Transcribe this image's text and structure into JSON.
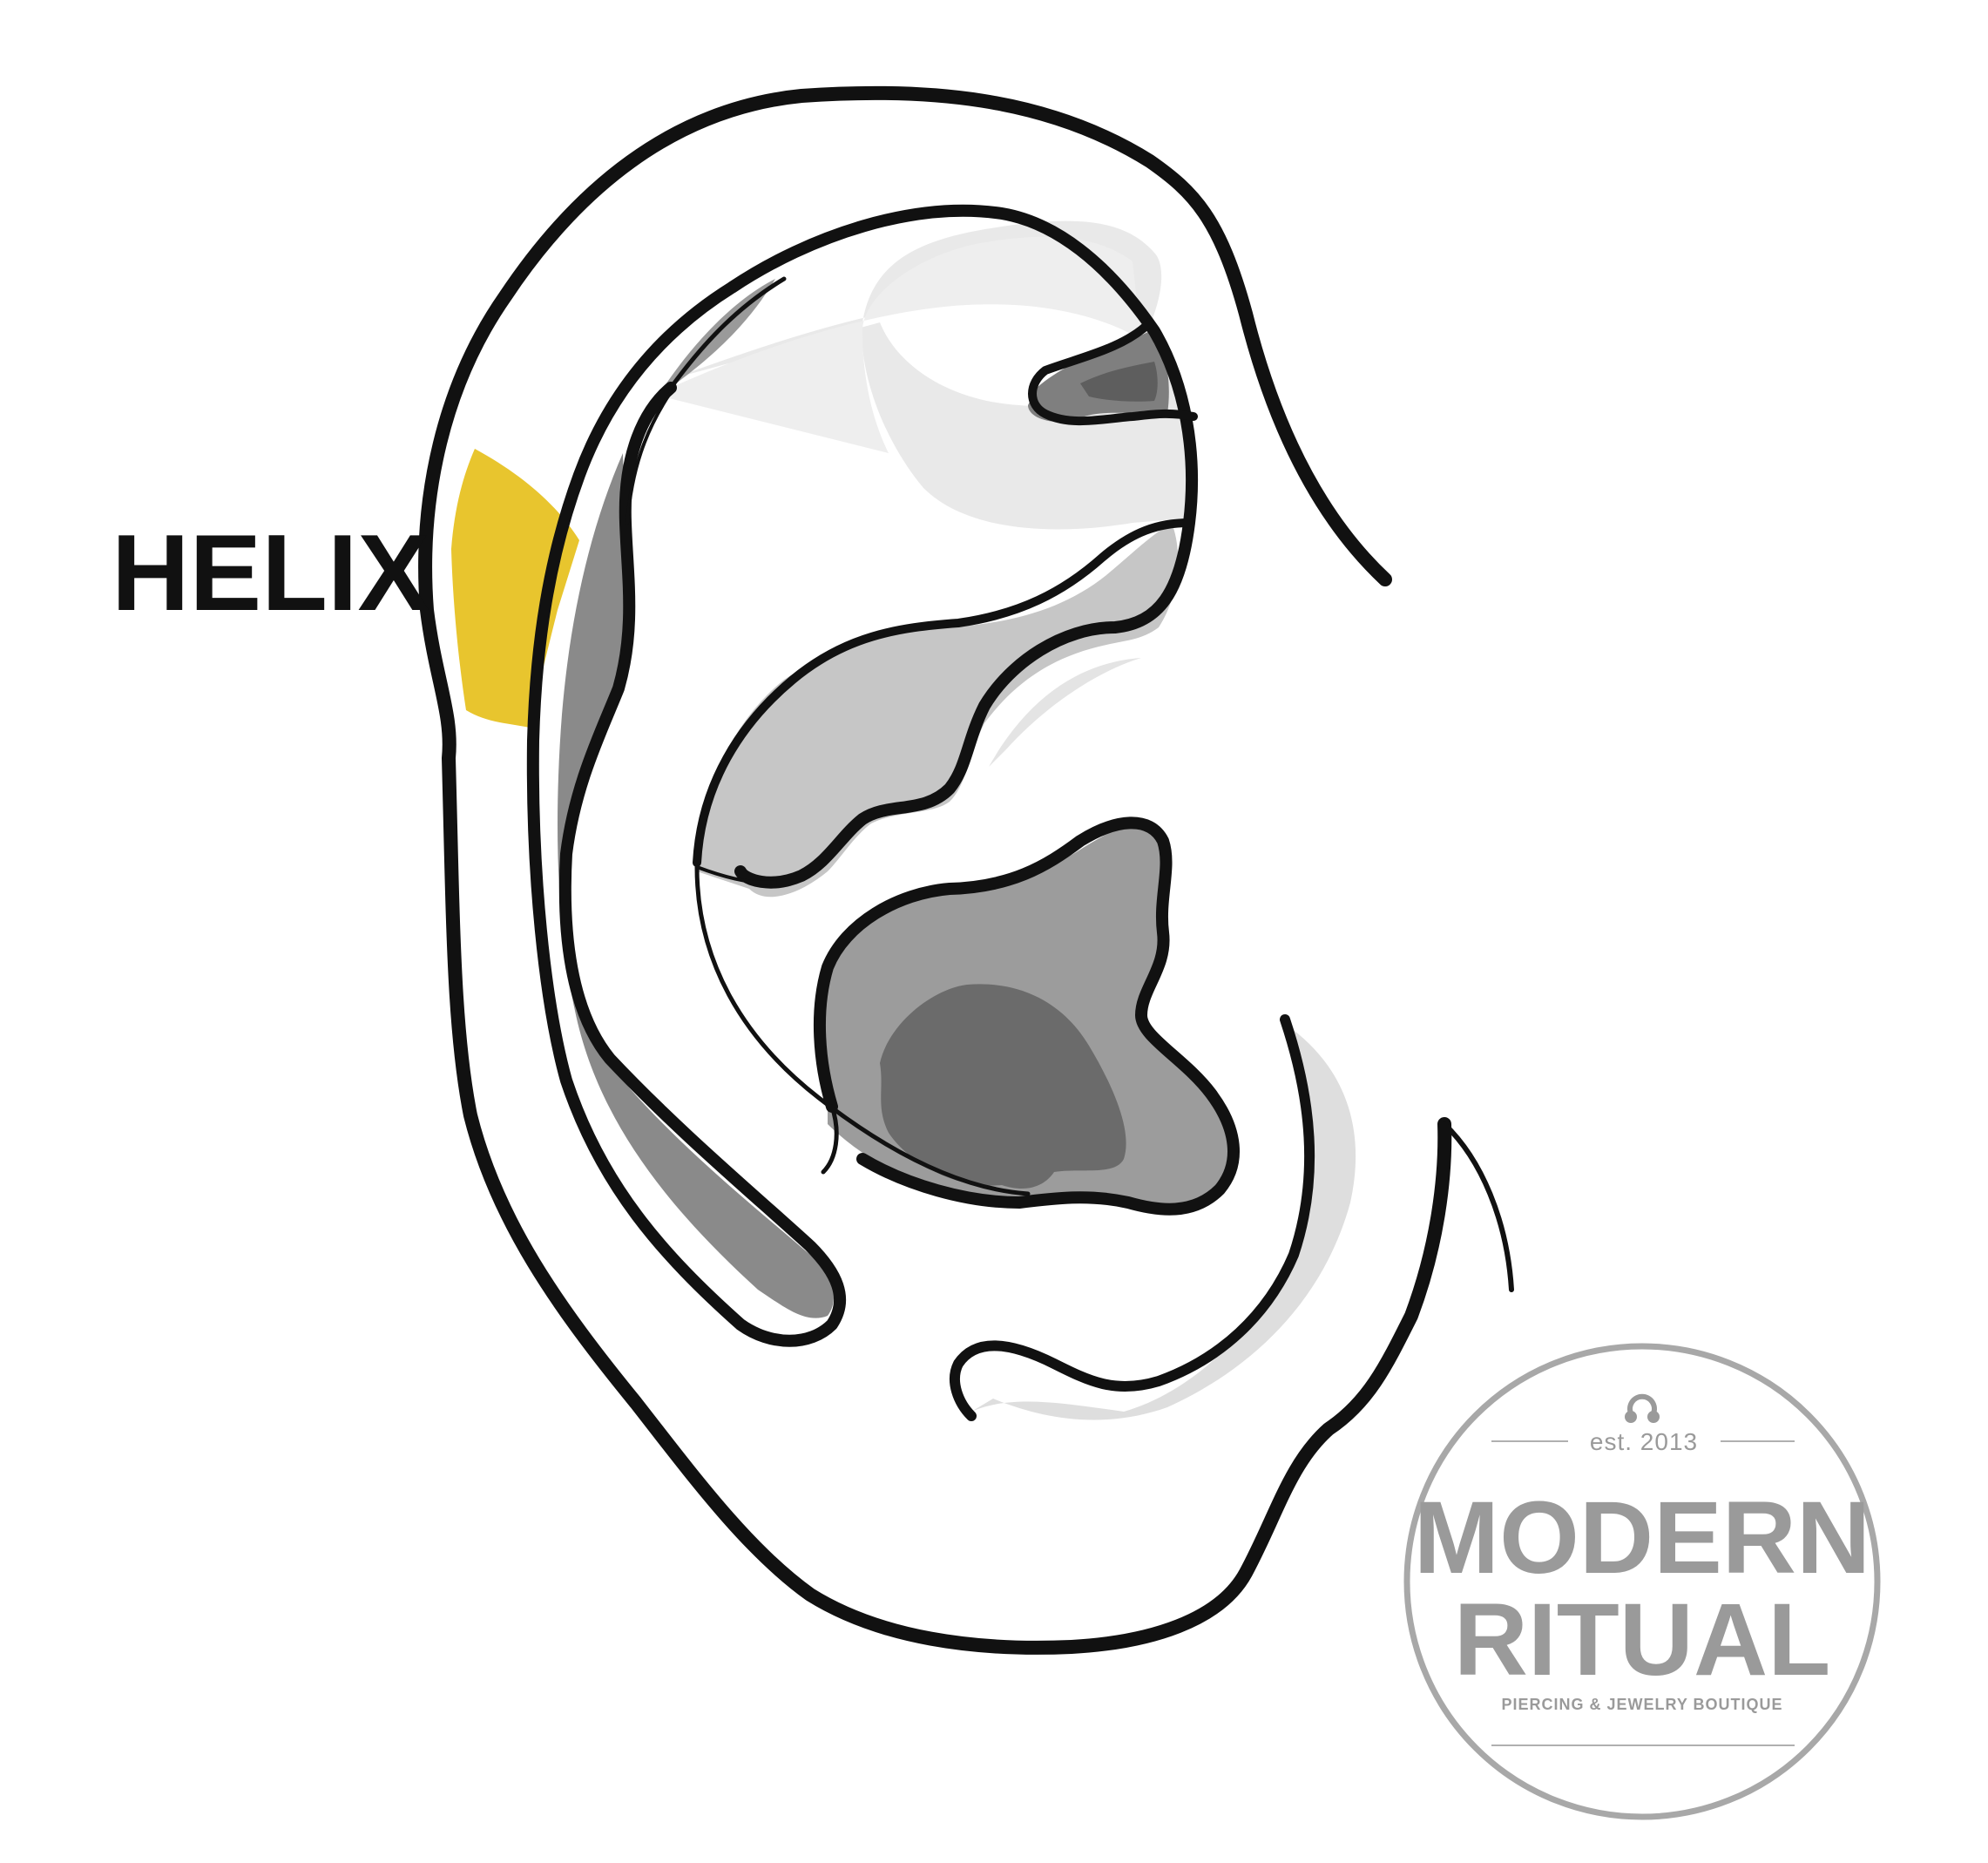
{
  "diagram": {
    "label": "HELIX",
    "highlight_color": "#e8c52e"
  },
  "logo": {
    "established": "est. 2013",
    "name_line1": "MODERN",
    "name_line2": "RITUAL",
    "tagline": "PIERCING & JEWELRY BOUTIQUE",
    "color": "#9a9a9a",
    "icon": "circular-barbell-icon"
  }
}
